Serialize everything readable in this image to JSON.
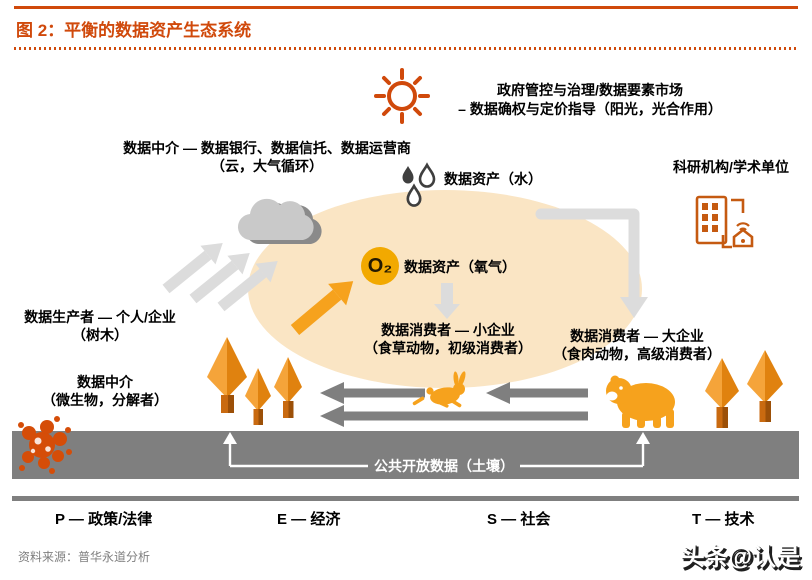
{
  "header": {
    "title": "图 2：平衡的数据资产生态系统"
  },
  "colors": {
    "accent_orange": "#d0490b",
    "gold": "#f6a21d",
    "o2_badge": "#f2a900",
    "peach_ellipse": "#fae5c4",
    "light_gray_arrow": "#dcdcdc",
    "dark_gray": "#7f7f7f",
    "microbe_red": "#d54d08",
    "tree_light": "#f5a43a",
    "tree_dark": "#e0820f"
  },
  "nodes": {
    "government": {
      "line1": "政府管控与治理/数据要素市场",
      "line2": "– 数据确权与定价指导（阳光，光合作用）"
    },
    "cloud_intermediary": {
      "line1": "数据中介 — 数据银行、数据信托、数据运营商",
      "line2": "（云，大气循环）"
    },
    "water": {
      "label": "数据资产（水）"
    },
    "research": {
      "label": "科研机构/学术单位"
    },
    "oxygen": {
      "symbol": "O₂",
      "label": "数据资产（氧气）"
    },
    "producer": {
      "line1": "数据生产者 — 个人/企业",
      "line2": "（树木）"
    },
    "decomposer": {
      "line1": "数据中介",
      "line2": "（微生物，分解者）"
    },
    "small_consumer": {
      "line1": "数据消费者 — 小企业",
      "line2": "（食草动物，初级消费者）"
    },
    "large_consumer": {
      "line1": "数据消费者 — 大企业",
      "line2": "（食肉动物，高级消费者）"
    },
    "soil": {
      "label": "公共开放数据（土壤）"
    }
  },
  "legend": {
    "p": "P — 政策/法律",
    "e": "E — 经济",
    "s": "S — 社会",
    "t": "T — 技术"
  },
  "footer": {
    "source": "资料来源：普华永道分析",
    "watermark": "头条@认是"
  }
}
